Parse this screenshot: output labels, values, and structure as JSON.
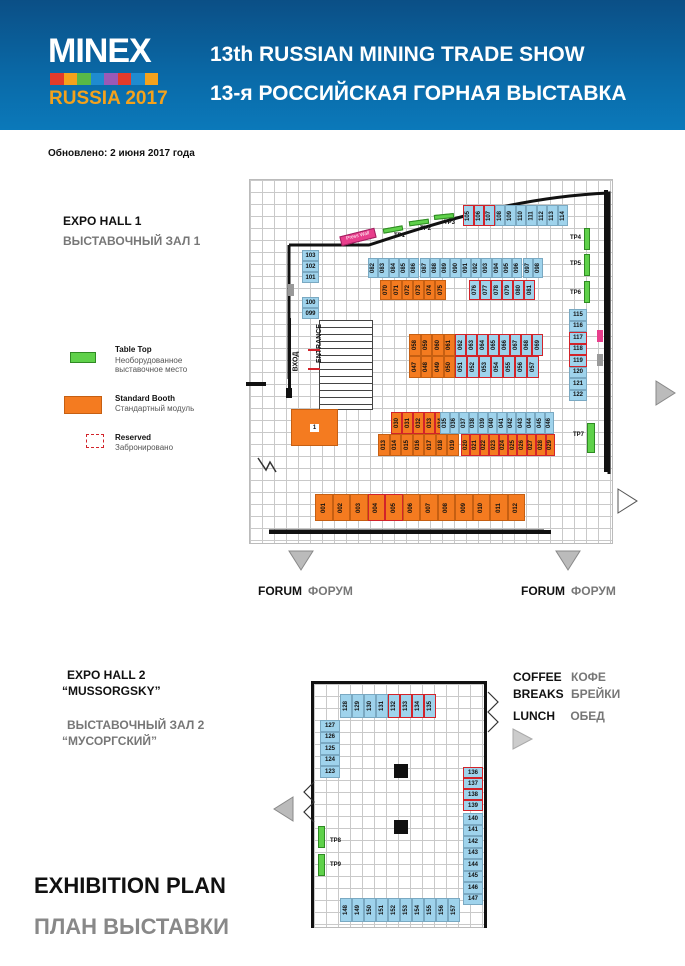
{
  "header": {
    "logo_top": "MINEX",
    "logo_bottom": "RUSSIA 2017",
    "title_en": "13th RUSSIAN MINING TRADE SHOW",
    "title_ru": "13-я РОССИЙСКАЯ ГОРНАЯ ВЫСТАВКА",
    "brand_colors": [
      "#e23b2a",
      "#f4a21c",
      "#58b947",
      "#1f8bd0",
      "#9b59b6",
      "#e23b2a",
      "#1f8bd0",
      "#f4a21c"
    ]
  },
  "updated": "Обновлено: 2 июня 2017 года",
  "hall1": {
    "title": "EXPO HALL 1",
    "subtitle": "ВЫСТАВОЧНЫЙ ЗАЛ 1",
    "entrance_en": "ENTRANCE",
    "entrance_ru": "ВХОД",
    "press": "Press Wall",
    "tp": [
      "TP1",
      "TP2",
      "TP3",
      "TP4",
      "TP5",
      "TP6",
      "TP7"
    ],
    "top_row": [
      "105",
      "106",
      "107",
      "108",
      "109",
      "110",
      "111",
      "112",
      "113",
      "114"
    ],
    "left_col_a": [
      "103",
      "102",
      "101"
    ],
    "left_col_b": [
      "100",
      "099"
    ],
    "row2_top": [
      "082",
      "083",
      "084",
      "085",
      "086",
      "087",
      "088",
      "089",
      "090",
      "091",
      "092",
      "093",
      "094",
      "095",
      "096",
      "097",
      "098"
    ],
    "row2_bottom": [
      "070",
      "071",
      "072",
      "073",
      "074",
      "075",
      "076",
      "077",
      "078",
      "079",
      "080",
      "081"
    ],
    "right_col": [
      "115",
      "116",
      "117",
      "118",
      "119",
      "120",
      "121",
      "122"
    ],
    "island_top": [
      "058",
      "059",
      "060",
      "061",
      "062",
      "063",
      "064",
      "065",
      "066",
      "067",
      "068",
      "069"
    ],
    "island_bottom": [
      "047",
      "048",
      "049",
      "050",
      "051",
      "052",
      "053",
      "054",
      "055",
      "056",
      "057"
    ],
    "row4_top": [
      "030",
      "031",
      "032",
      "033",
      "034",
      "035",
      "036",
      "037",
      "038",
      "039",
      "040",
      "041",
      "042",
      "043",
      "044",
      "045",
      "046"
    ],
    "row4_bottom": [
      "013",
      "014",
      "015",
      "016",
      "017",
      "018",
      "019",
      "020",
      "021",
      "022",
      "023",
      "024",
      "025",
      "026",
      "027",
      "028",
      "029"
    ],
    "booth_1": "1",
    "bottom_row": [
      "001",
      "002",
      "003",
      "004",
      "005",
      "006",
      "007",
      "008",
      "009",
      "010",
      "011",
      "012"
    ]
  },
  "legend": {
    "tabletop_en": "Table Top",
    "tabletop_ru": "Необорудованное выставочное место",
    "standard_en": "Standard Booth",
    "standard_ru": "Стандартный модуль",
    "reserved_en": "Reserved",
    "reserved_ru": "Забронировано"
  },
  "forum": {
    "en": "FORUM",
    "ru": "ФОРУМ"
  },
  "hall2": {
    "title": "EXPO HALL 2",
    "name": "“MUSSORGSKY”",
    "subtitle": "ВЫСТАВОЧНЫЙ ЗАЛ 2",
    "name_ru": "“МУСОРГСКИЙ”",
    "top_row": [
      "128",
      "129",
      "130",
      "131",
      "132",
      "133",
      "134",
      "135"
    ],
    "left_col": [
      "127",
      "126",
      "125",
      "124",
      "123"
    ],
    "right_col": [
      "136",
      "137",
      "138",
      "139",
      "140",
      "141",
      "142",
      "143",
      "144",
      "145",
      "146",
      "147"
    ],
    "bottom_row": [
      "148",
      "149",
      "150",
      "151",
      "152",
      "153",
      "154",
      "155",
      "156",
      "157"
    ],
    "tp": [
      "TP8",
      "TP9"
    ]
  },
  "coffee": {
    "coffee_en": "COFFEE",
    "coffee_ru": "КОФЕ",
    "breaks_en": "BREAKS",
    "breaks_ru": "БРЕЙКИ",
    "lunch_en": "LUNCH",
    "lunch_ru": "ОБЕД"
  },
  "plan": {
    "en": "EXHIBITION PLAN",
    "ru": "ПЛАН ВЫСТАВКИ"
  },
  "colors": {
    "blue_booth": "#9fd3ec",
    "orange_booth": "#f47b20",
    "table_top": "#5fd14a",
    "reserved": "#d2232a"
  }
}
